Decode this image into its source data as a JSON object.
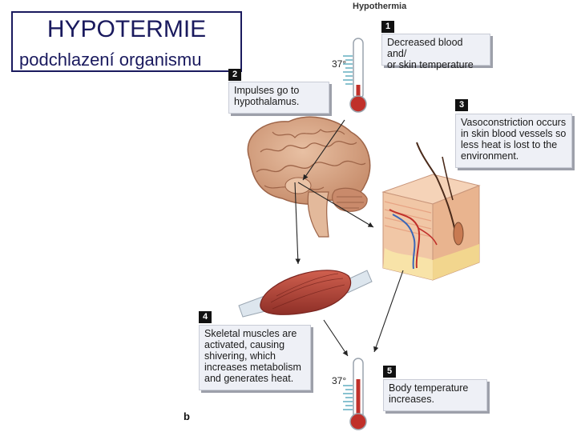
{
  "slide": {
    "title": "HYPOTERMIE",
    "subtitle": "podchlazení organismu"
  },
  "diagram": {
    "heading": "Hypothermia",
    "figure_letter": "b",
    "thermometer_top_label": "37°",
    "thermometer_bottom_label": "37°",
    "steps": [
      {
        "number": "1",
        "lines": [
          "Decreased blood and/",
          "or skin temperature"
        ]
      },
      {
        "number": "2",
        "lines": [
          "Impulses go to",
          "hypothalamus."
        ]
      },
      {
        "number": "3",
        "lines": [
          "Vasoconstriction occurs",
          "in skin blood vessels so",
          "less heat is lost to the",
          "environment."
        ]
      },
      {
        "number": "4",
        "lines": [
          "Skeletal muscles are",
          "activated, causing",
          "shivering, which",
          "increases metabolism",
          "and generates heat."
        ]
      },
      {
        "number": "5",
        "lines": [
          "Body temperature",
          "increases."
        ]
      }
    ],
    "colors": {
      "title": "#1a1a5e",
      "mercury": "#c0302a",
      "box_fill": "#eef0f6",
      "brain": "#d9a98a",
      "muscle": "#b5443a",
      "skin": "#f1c7a6"
    }
  }
}
